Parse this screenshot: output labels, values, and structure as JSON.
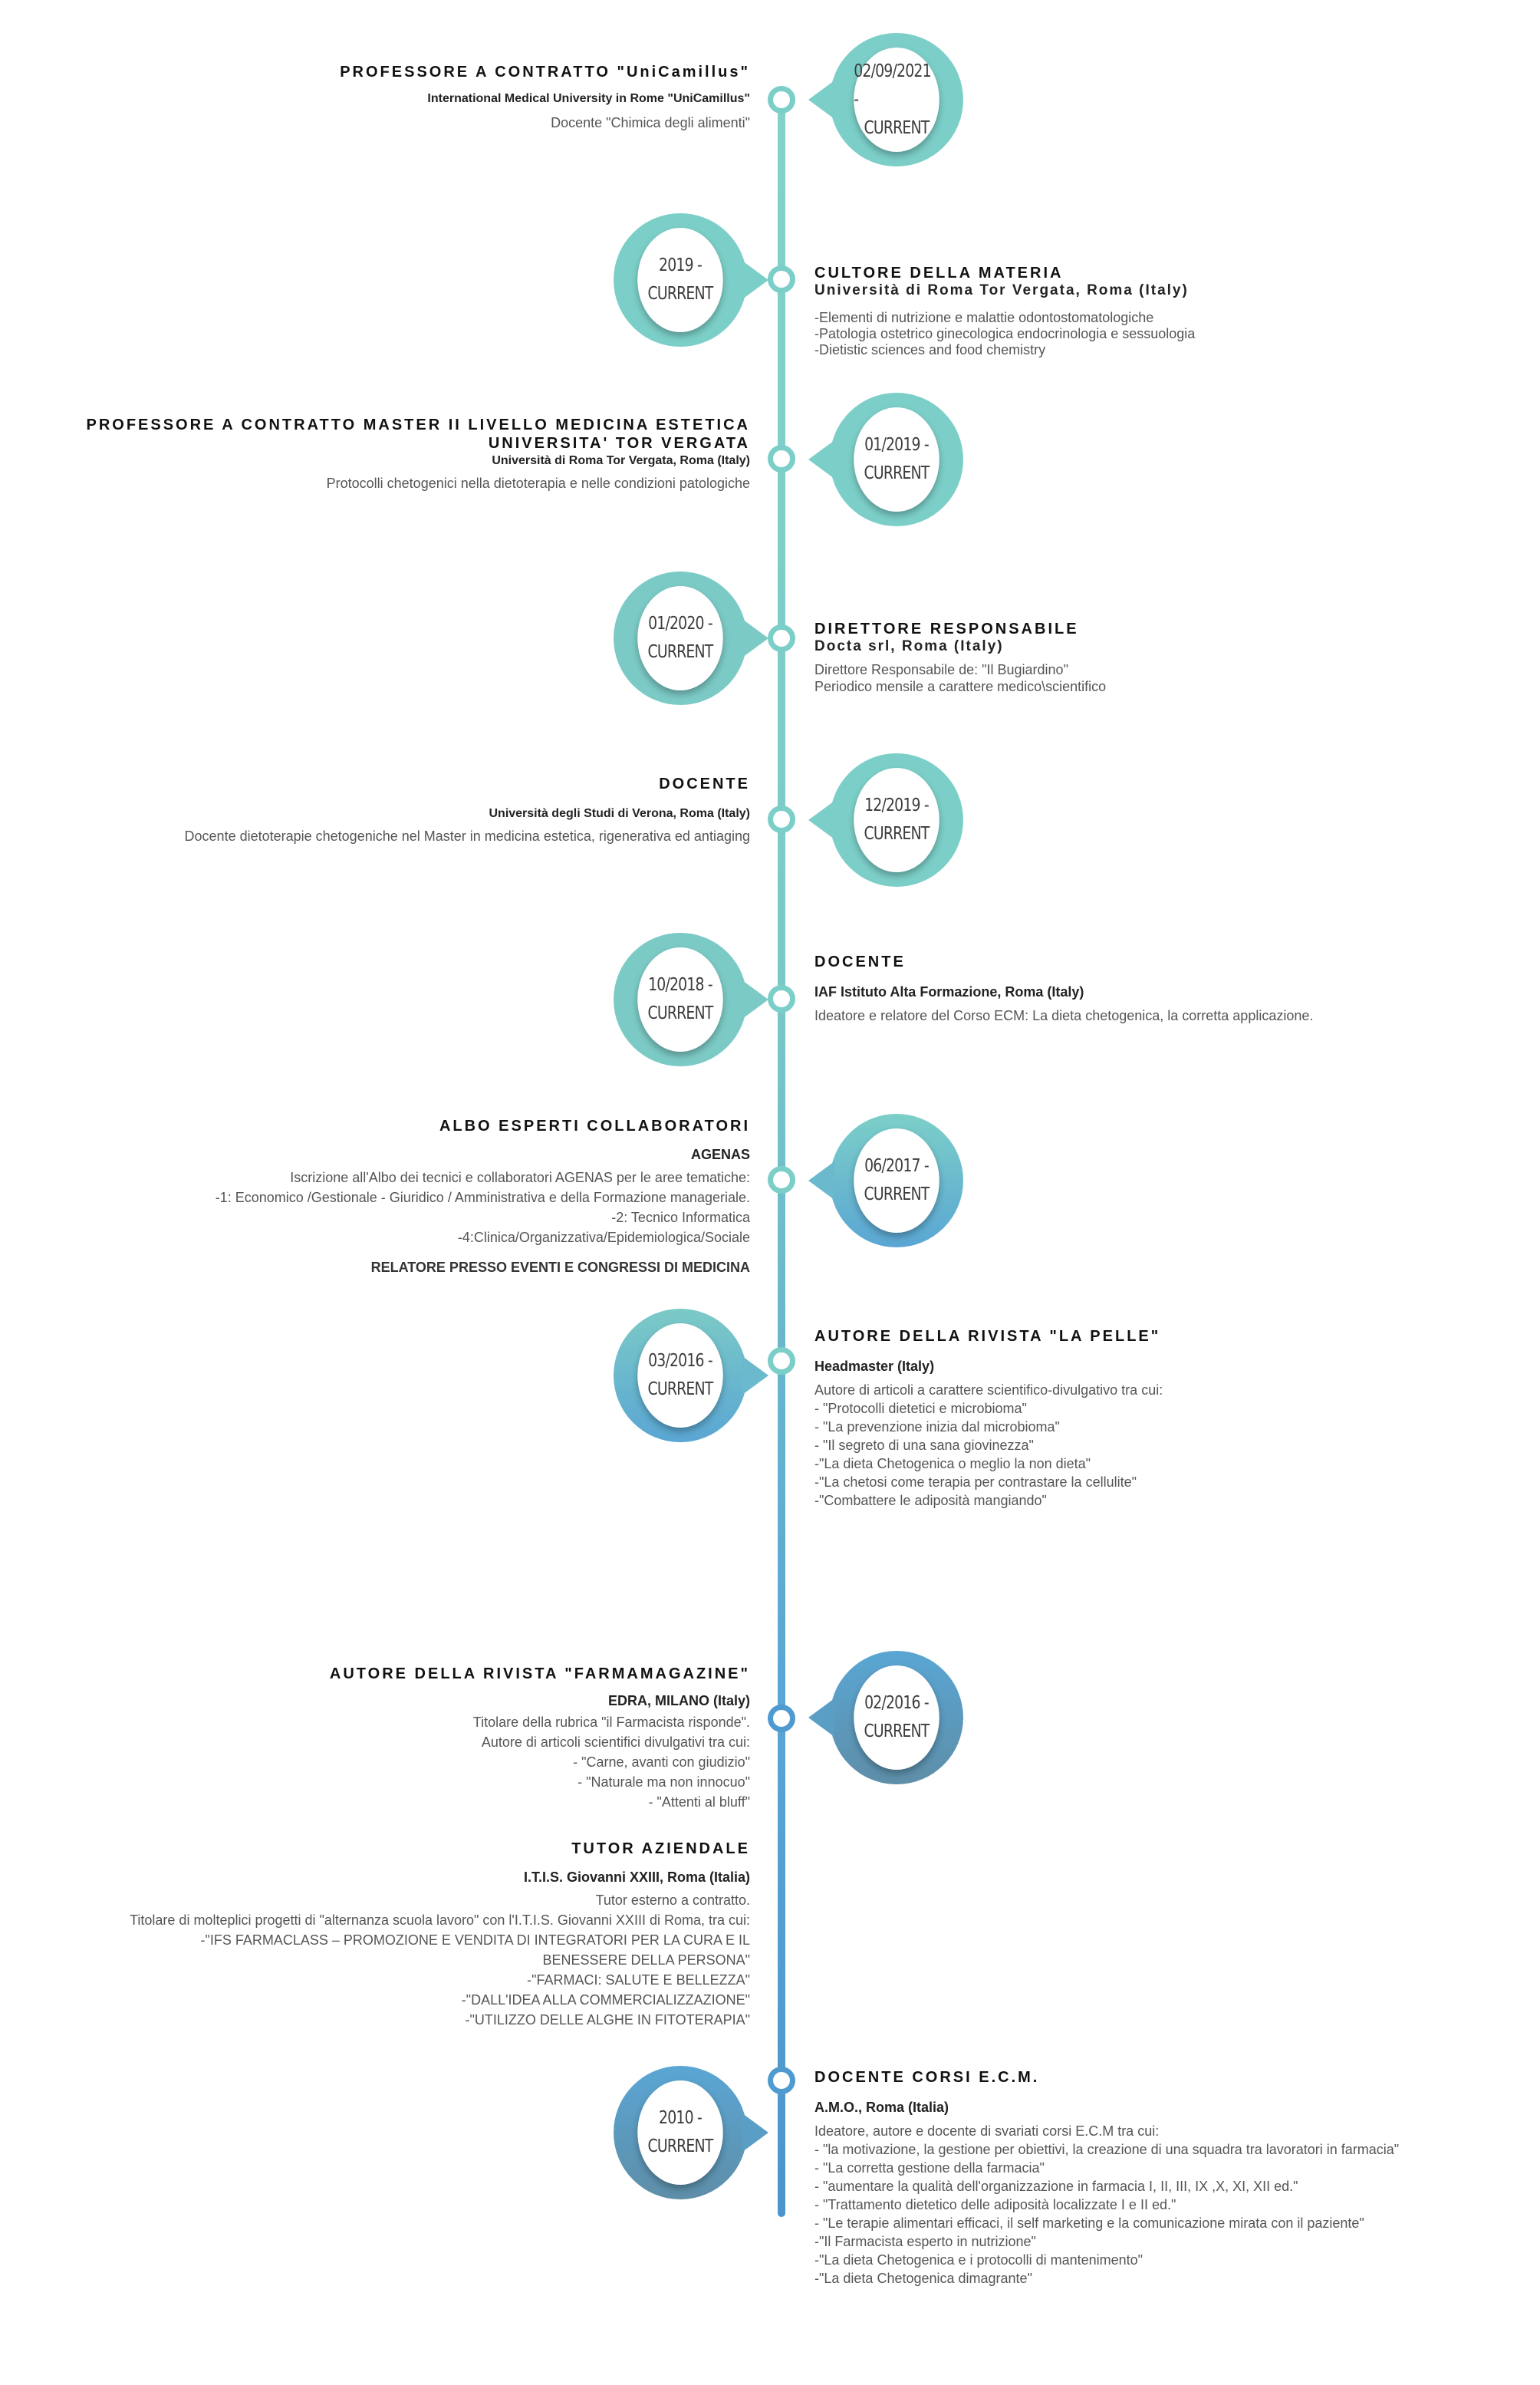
{
  "entries": [
    {
      "date": [
        "02/09/2021 -",
        "CURRENT"
      ],
      "title": "PROFESSORE A CONTRATTO  \"UniCamillus\"",
      "org": "International Medical University in Rome \"UniCamillus\"",
      "desc": [
        "Docente \"Chimica degli alimenti\""
      ]
    },
    {
      "date": [
        "2019 -",
        "CURRENT"
      ],
      "title": "CULTORE DELLA MATERIA",
      "org": "Università di Roma Tor Vergata, Roma (Italy)",
      "desc": [
        "-Elementi di nutrizione e malattie odontostomatologiche",
        "-Patologia ostetrico ginecologica endocrinologia e sessuologia",
        "-Dietistic sciences and food chemistry"
      ]
    },
    {
      "date": [
        "01/2019 -",
        "CURRENT"
      ],
      "title": "PROFESSORE A CONTRATTO MASTER II LIVELLO MEDICINA ESTETICA",
      "title2": "UNIVERSITA' TOR VERGATA",
      "org": "Università di Roma Tor Vergata, Roma (Italy)",
      "desc": [
        "Protocolli chetogenici nella dietoterapia e nelle condizioni patologiche"
      ]
    },
    {
      "date": [
        "01/2020 -",
        "CURRENT"
      ],
      "title": "DIRETTORE RESPONSABILE",
      "org": "Docta srl, Roma (Italy)",
      "desc": [
        "Direttore Responsabile de: \"Il Bugiardino\"",
        "Periodico mensile a carattere medico\\scientifico"
      ]
    },
    {
      "date": [
        "12/2019 -",
        "CURRENT"
      ],
      "title": "DOCENTE",
      "org": "Università degli Studi di Verona, Roma (Italy)",
      "desc": [
        "Docente dietoterapie chetogeniche nel Master in medicina estetica, rigenerativa ed antiaging"
      ]
    },
    {
      "date": [
        "10/2018 -",
        "CURRENT"
      ],
      "title": "DOCENTE",
      "org": "IAF Istituto Alta Formazione, Roma (Italy)",
      "desc": [
        "Ideatore e relatore del Corso ECM: La dieta chetogenica, la corretta applicazione."
      ]
    },
    {
      "date": [
        "06/2017 -",
        "CURRENT"
      ],
      "title": "ALBO ESPERTI COLLABORATORI",
      "org": "AGENAS",
      "desc": [
        "Iscrizione all'Albo dei tecnici e collaboratori AGENAS per le aree tematiche:",
        "-1: Economico /Gestionale - Giuridico / Amministrativa e della Formazione manageriale.",
        "-2: Tecnico Informatica",
        "-4:Clinica/Organizzativa/Epidemiologica/Sociale"
      ],
      "extra": "RELATORE PRESSO EVENTI E CONGRESSI DI MEDICINA"
    },
    {
      "date": [
        "03/2016 -",
        "CURRENT"
      ],
      "title": "AUTORE DELLA RIVISTA \"LA PELLE\"",
      "org": "Headmaster (Italy)",
      "desc": [
        "Autore di articoli a carattere scientifico-divulgativo tra cui:",
        "- \"Protocolli dietetici e microbioma\"",
        "- \"La prevenzione inizia dal microbioma\"",
        "- \"Il segreto di una sana giovinezza\"",
        "-\"La dieta Chetogenica o meglio la non dieta\"",
        "-\"La chetosi come terapia per contrastare la cellulite\"",
        "-\"Combattere le adiposità mangiando\""
      ]
    },
    {
      "date": [
        "02/2016 -",
        "CURRENT"
      ],
      "title": "AUTORE DELLA RIVISTA \"FARMAMAGAZINE\"",
      "org": "EDRA, MILANO (Italy)",
      "desc": [
        "Titolare della rubrica \"il Farmacista risponde\".",
        "Autore di articoli scientifici divulgativi tra cui:",
        "- \"Carne, avanti con giudizio\"",
        "- \"Naturale ma non innocuo\"",
        "- \"Attenti al bluff\""
      ]
    },
    {
      "title": "TUTOR AZIENDALE",
      "org": "I.T.I.S. Giovanni XXIII, Roma (Italia)",
      "desc": [
        "Tutor esterno a contratto.",
        "Titolare di molteplici progetti di \"alternanza scuola lavoro\" con l'I.T.I.S. Giovanni XXIII di Roma, tra cui:",
        "-\"IFS FARMACLASS – PROMOZIONE E VENDITA DI INTEGRATORI PER LA CURA E IL",
        "BENESSERE DELLA PERSONA\"",
        "-\"FARMACI: SALUTE E BELLEZZA\"",
        "-\"DALL'IDEA ALLA COMMERCIALIZZAZIONE\"",
        "-\"UTILIZZO DELLE ALGHE IN FITOTERAPIA\""
      ]
    },
    {
      "date": [
        "2010 -",
        "CURRENT"
      ],
      "title": "DOCENTE CORSI E.C.M.",
      "org": "A.M.O., Roma (Italia)",
      "desc": [
        "Ideatore, autore e docente di svariati corsi E.C.M tra cui:",
        "- \"la motivazione, la gestione per obiettivi, la creazione di una squadra tra lavoratori in farmacia\"",
        "- \"La corretta gestione della farmacia\"",
        "- \"aumentare la qualità dell'organizzazione in farmacia I, II, III, IX ,X, XI, XII ed.\"",
        "- \"Trattamento dietetico delle adiposità localizzate I e II ed.\"",
        "- \"Le terapie alimentari efficaci, il self marketing e la comunicazione mirata con il paziente\"",
        "-\"Il Farmacista esperto in nutrizione\"",
        "-\"La dieta Chetogenica e i protocolli di mantenimento\"",
        "-\"La dieta Chetogenica dimagrante\""
      ]
    }
  ],
  "colors": {
    "teal": "#7ccfc8",
    "blue": "#4f9bd0",
    "steel": "#5e8ea8",
    "text": "#555555",
    "heading": "#111111"
  }
}
